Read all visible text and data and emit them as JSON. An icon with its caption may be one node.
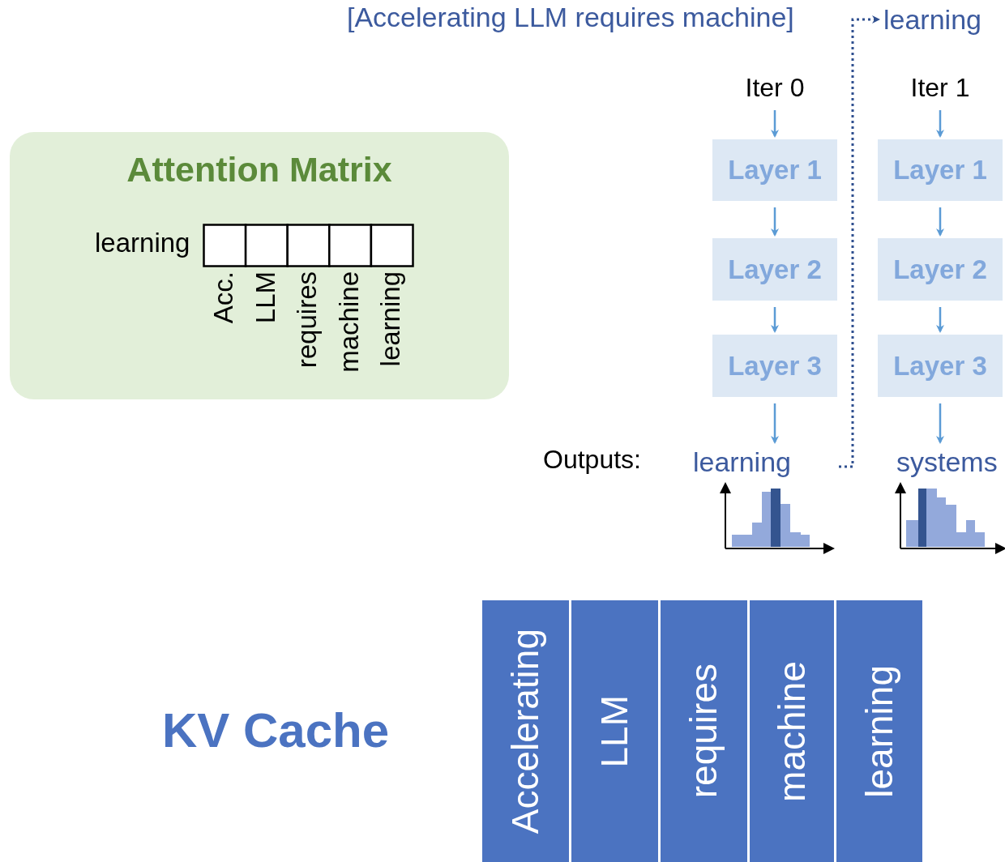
{
  "diagram": {
    "nodes": [
      {
        "text": [
          "Attention Matrix"
        ]
      },
      {
        "text": [
          "learning"
        ]
      },
      {
        "text": [
          "Iter 0"
        ]
      },
      {
        "text": [
          "Layer 1"
        ]
      },
      {
        "text": [
          "Layer 2"
        ]
      },
      {
        "text": [
          "Layer 3"
        ]
      },
      {
        "text": [
          "learning"
        ]
      },
      {
        "text": [
          "Iter 1"
        ]
      },
      {
        "text": [
          "Layer 1"
        ]
      },
      {
        "text": [
          "Layer 2"
        ]
      },
      {
        "text": [
          "Layer 3"
        ]
      },
      {
        "text": [
          "systems"
        ]
      },
      {
        "text": [
          "Accelerating"
        ]
      },
      {
        "text": [
          "LLM"
        ]
      },
      {
        "text": [
          "requires"
        ]
      },
      {
        "text": [
          "machine"
        ]
      },
      {
        "text": [
          "learning"
        ]
      }
    ],
    "edges": [
      {
        "from": 2,
        "to": 3,
        "arrow": "to"
      },
      {
        "from": 3,
        "to": 4,
        "arrow": "to"
      },
      {
        "from": 4,
        "to": 5,
        "arrow": "to"
      },
      {
        "from": 5,
        "to": 6,
        "arrow": "to"
      },
      {
        "from": 6,
        "to": 1,
        "arrow": "to",
        "style": "dashed",
        "color": "#2f4f8f"
      },
      {
        "from": 7,
        "to": 8,
        "arrow": "to"
      },
      {
        "from": 8,
        "to": 9,
        "arrow": "to"
      },
      {
        "from": 9,
        "to": 10,
        "arrow": "to"
      },
      {
        "from": 10,
        "to": 11,
        "arrow": "to"
      }
    ],
    "labels": [
      "[Accelerating LLM requires machine]",
      "learning",
      "Acc.",
      "LLM",
      "requires",
      "machine",
      "learning",
      "Outputs:",
      "KV Cache"
    ]
  }
}
